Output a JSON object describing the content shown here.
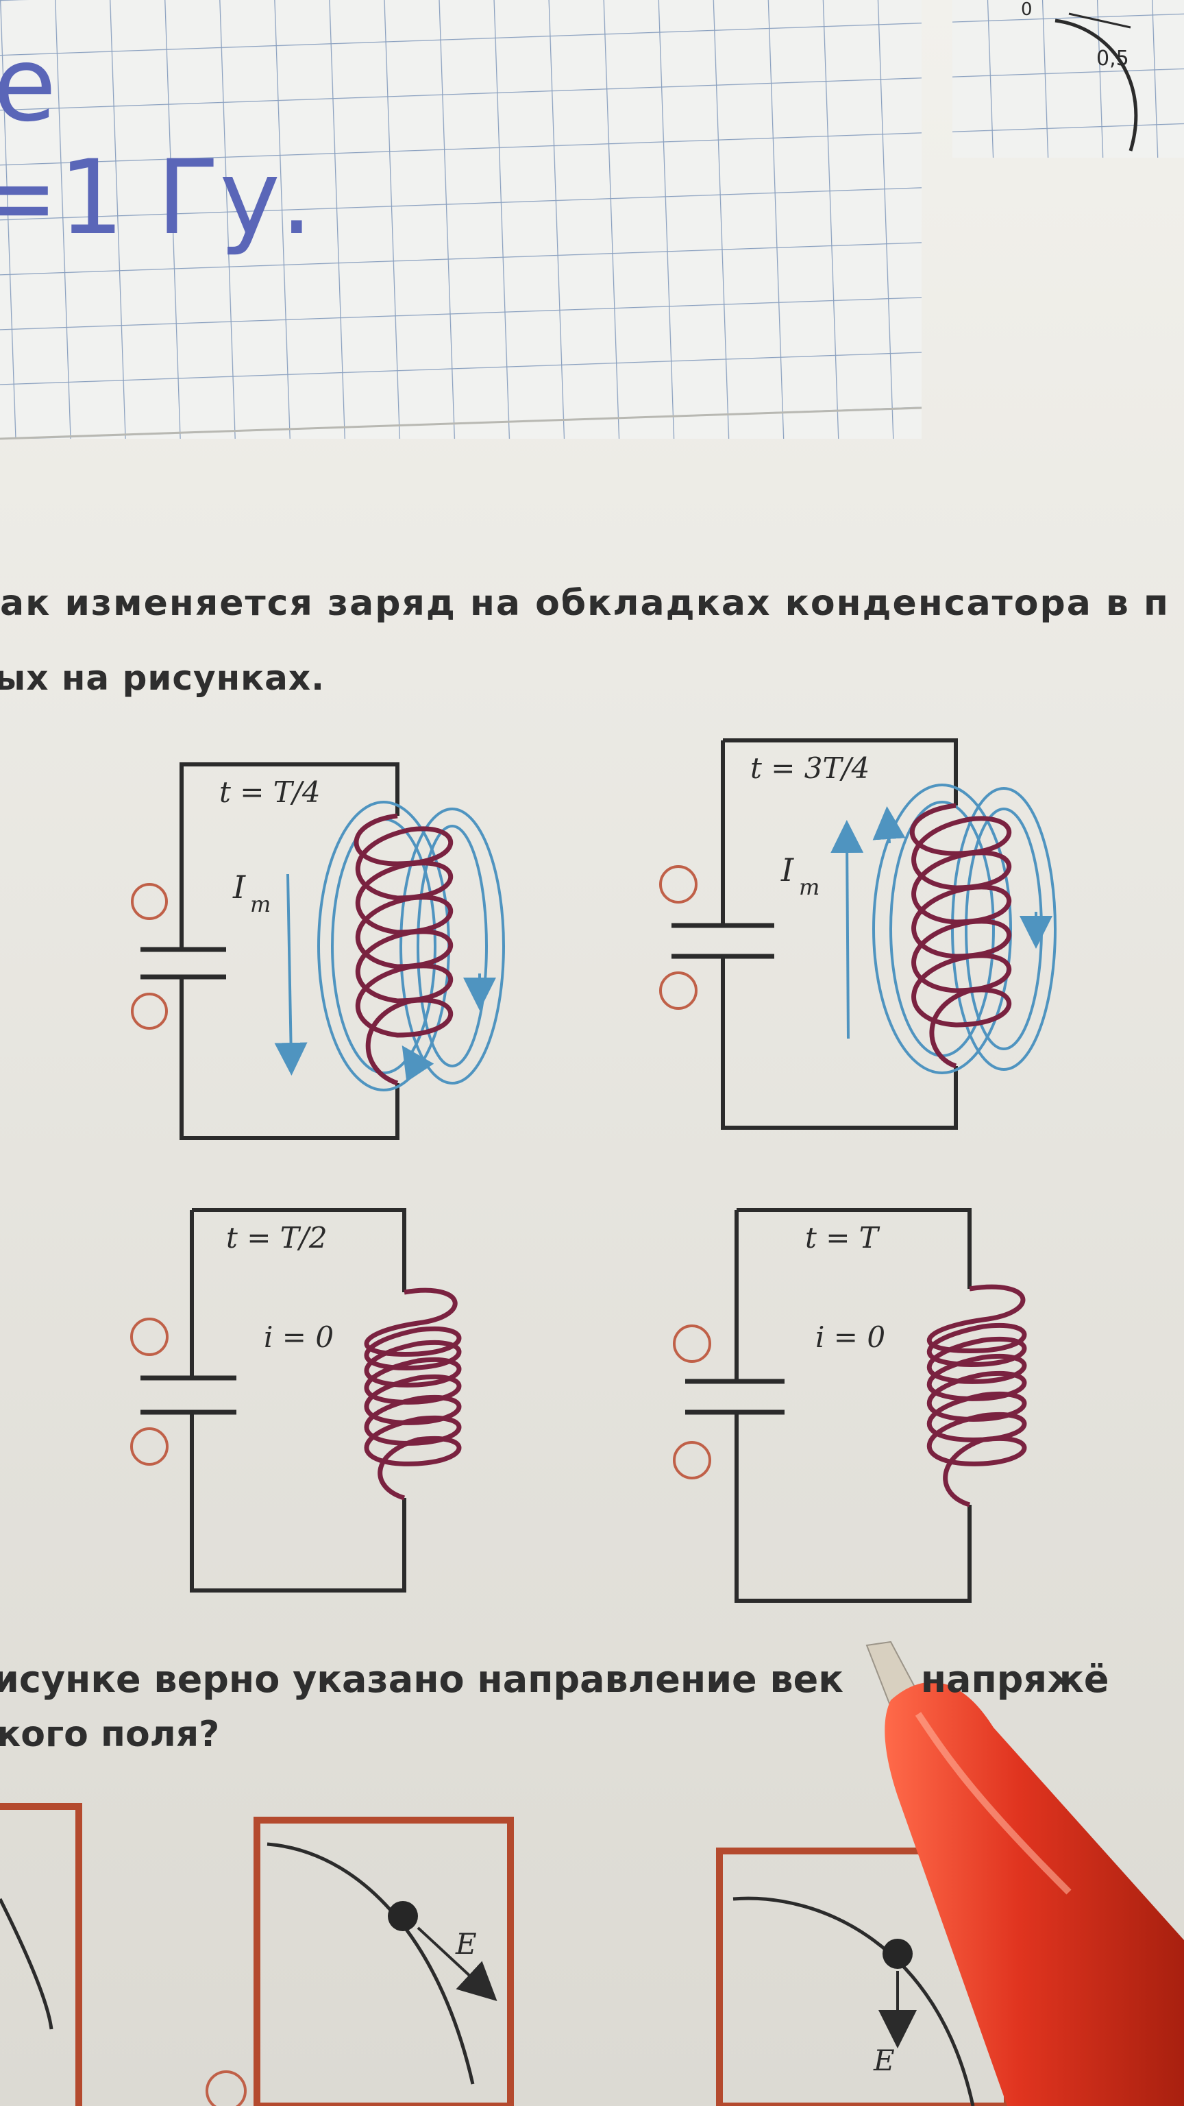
{
  "notebook": {
    "handwriting_1": "e",
    "handwriting_2": "=1 Гу.",
    "corner_label": "0,5",
    "corner_zero": "0"
  },
  "question_1": {
    "line_1": "ак изменяется заряд на обкладках конденсатора в п",
    "line_2": "ых на рисунках."
  },
  "figures": [
    {
      "time_label": "t = T/4",
      "current_label": "I",
      "current_sub": "m"
    },
    {
      "time_label": "t = 3T/4",
      "current_label": "I",
      "current_sub": "m"
    },
    {
      "time_label": "t = T/2",
      "current_label": "i = 0"
    },
    {
      "time_label": "t = T",
      "current_label": "i = 0"
    }
  ],
  "question_2": {
    "line_1": "исунке верно указано направление век      напряжё",
    "line_2": "кого поля?"
  },
  "field_figures": [
    {
      "vector_label": "E"
    },
    {
      "vector_label": "E"
    }
  ],
  "colors": {
    "coil": "#7a2240",
    "field_lines": "#4f94c0",
    "circuit": "#2b2b2b",
    "terminal": "#c06048",
    "pen_body": "#e0341f",
    "grid_lines": "#8aa0bf"
  }
}
